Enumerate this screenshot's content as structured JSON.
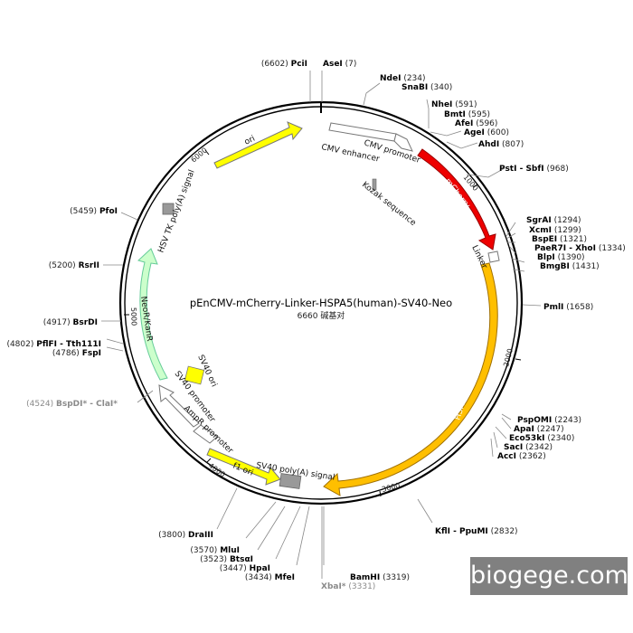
{
  "plasmid": {
    "name": "pEnCMV-mCherry-Linker-HSPA5(human)-SV40-Neo",
    "size_label": "6660 碱基对"
  },
  "features": [
    {
      "label": "ori",
      "color": "#ffff00"
    },
    {
      "label": "CMV enhancer",
      "color": "#ffffff"
    },
    {
      "label": "CMV promoter",
      "color": "#ffffff"
    },
    {
      "label": "Kozak sequence",
      "color": "#999999"
    },
    {
      "label": "mCherry",
      "color": "#ee0000"
    },
    {
      "label": "Linker",
      "color": "#ffffff"
    },
    {
      "label": "HSPA5",
      "color": "#ffbf00"
    },
    {
      "label": "SV40 poly(A) signal",
      "color": "#999999"
    },
    {
      "label": "f1 ori",
      "color": "#ffff00"
    },
    {
      "label": "AmpR promoter",
      "color": "#ffffff"
    },
    {
      "label": "SV40 promoter",
      "color": "#ffffff"
    },
    {
      "label": "SV40 ori",
      "color": "#ffff00"
    },
    {
      "label": "NeoR/KanR",
      "color": "#ccffcc"
    },
    {
      "label": "HSV TK poly(A) signal",
      "color": "#999999"
    }
  ],
  "ticks": [
    "1000",
    "2000",
    "3000",
    "4000",
    "5000",
    "6000"
  ],
  "sites": [
    {
      "name": "PciI",
      "pos": "(6602)"
    },
    {
      "name": "AseI",
      "pos": "(7)"
    },
    {
      "name": "NdeI",
      "pos": "(234)"
    },
    {
      "name": "SnaBI",
      "pos": "(340)"
    },
    {
      "name": "NheI",
      "pos": "(591)"
    },
    {
      "name": "BmtI",
      "pos": "(595)"
    },
    {
      "name": "AfeI",
      "pos": "(596)"
    },
    {
      "name": "AgeI",
      "pos": "(600)"
    },
    {
      "name": "AhdI",
      "pos": "(807)"
    },
    {
      "name": "PstI - SbfI",
      "pos": "(968)"
    },
    {
      "name": "SgrAI",
      "pos": "(1294)"
    },
    {
      "name": "XcmI",
      "pos": "(1299)"
    },
    {
      "name": "BspEI",
      "pos": "(1321)"
    },
    {
      "name": "PaeR7I - XhoI",
      "pos": "(1334)"
    },
    {
      "name": "BlpI",
      "pos": "(1390)"
    },
    {
      "name": "BmgBI",
      "pos": "(1431)"
    },
    {
      "name": "PmlI",
      "pos": "(1658)"
    },
    {
      "name": "PspOMI",
      "pos": "(2243)"
    },
    {
      "name": "ApaI",
      "pos": "(2247)"
    },
    {
      "name": "Eco53kI",
      "pos": "(2340)"
    },
    {
      "name": "SacI",
      "pos": "(2342)"
    },
    {
      "name": "AccI",
      "pos": "(2362)"
    },
    {
      "name": "KflI - PpuMI",
      "pos": "(2832)"
    },
    {
      "name": "BamHI",
      "pos": "(3319)"
    },
    {
      "name": "XbaI*",
      "pos": "(3331)"
    },
    {
      "name": "MfeI",
      "pos": "(3434)"
    },
    {
      "name": "HpaI",
      "pos": "(3447)"
    },
    {
      "name": "BtsαI",
      "pos": "(3523)"
    },
    {
      "name": "MluI",
      "pos": "(3570)"
    },
    {
      "name": "DraIII",
      "pos": "(3800)"
    },
    {
      "name": "BspDI* - ClaI*",
      "pos": "(4524)"
    },
    {
      "name": "FspI",
      "pos": "(4786)"
    },
    {
      "name": "PflFI - Tth111I",
      "pos": "(4802)"
    },
    {
      "name": "BsrDI",
      "pos": "(4917)"
    },
    {
      "name": "RsrII",
      "pos": "(5200)"
    },
    {
      "name": "PfoI",
      "pos": "(5459)"
    }
  ],
  "watermark": "biogege.com"
}
